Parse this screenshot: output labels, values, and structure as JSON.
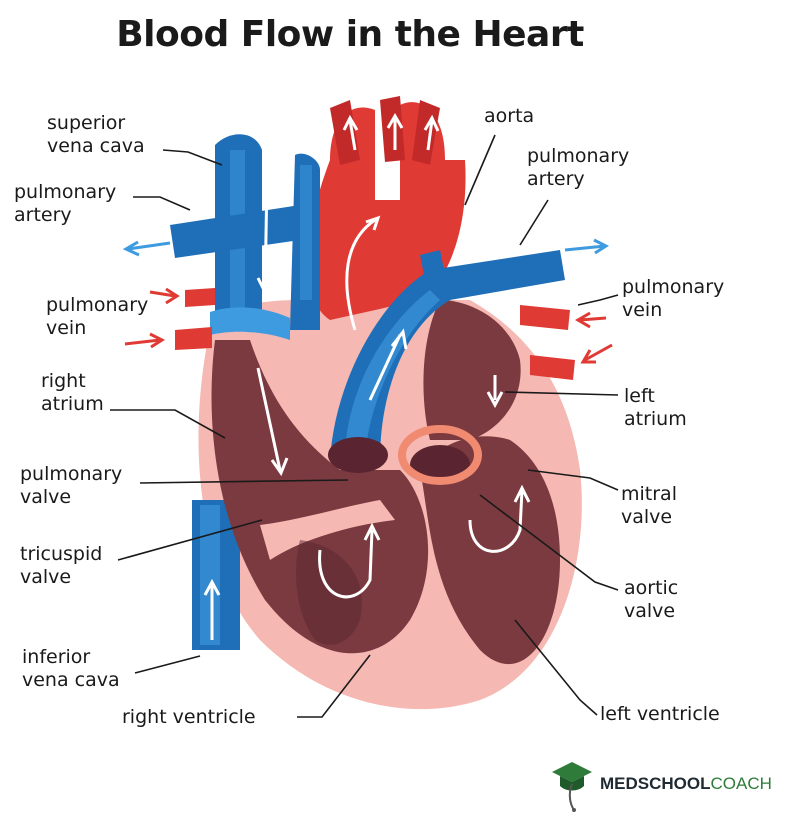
{
  "title": "Blood Flow in the Heart",
  "labels": {
    "superior_vena_cava": "superior\nvena cava",
    "aorta": "aorta",
    "pulmonary_artery_left": "pulmonary\nartery",
    "pulmonary_artery_right": "pulmonary\nartery",
    "pulmonary_vein_left": "pulmonary\nvein",
    "pulmonary_vein_right": "pulmonary\nvein",
    "right_atrium": "right\natrium",
    "left_atrium": "left\natrium",
    "pulmonary_valve": "pulmonary\nvalve",
    "mitral_valve": "mitral\nvalve",
    "tricuspid_valve": "tricuspid\nvalve",
    "aortic_valve": "aortic\nvalve",
    "inferior_vena_cava": "inferior\nvena cava",
    "right_ventricle": "right ventricle",
    "left_ventricle": "left ventricle"
  },
  "logo": {
    "brand_bold": "MEDSCHOOL",
    "brand_light": "COACH"
  },
  "colors": {
    "blue": "#1f6fb8",
    "blue_light": "#3f9be0",
    "red": "#e03a35",
    "red_dark": "#c22a2a",
    "muscle": "#7a3a40",
    "muscle_dark": "#5a2530",
    "pink": "#f5b8b2",
    "green": "#2e7b3a"
  }
}
